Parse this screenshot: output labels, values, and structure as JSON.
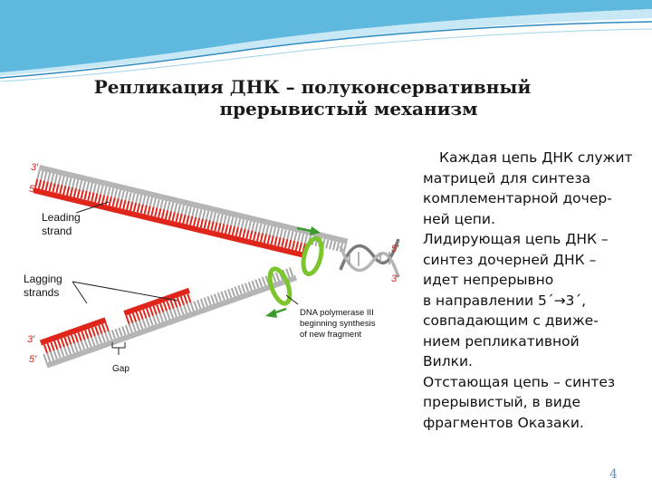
{
  "slide": {
    "title_line1": "Репликация ДНК – полуконсервативный",
    "title_line2": "прерывистый механизм",
    "page_number": "4",
    "colors": {
      "header_blue": "#5fb8de",
      "header_light": "#c8e8f6",
      "new_strand": "#e0251b",
      "template": "#a8a8a8",
      "polymerase": "#7bc62d",
      "arrow": "#3a9a2a"
    }
  },
  "body_text": [
    "Каждая цепь ДНК служит",
    "матрицей для синтеза",
    "комплементарной дочер-",
    "ней цепи.",
    "Лидирующая цепь ДНК –",
    "синтез дочерней ДНК –",
    "идет непрерывно",
    "в направлении 5´→3´,",
    "совпадающим с движе-",
    "нием репликативной",
    "Вилки.",
    "Отстающая цепь – синтез",
    "прерывистый, в виде",
    "фрагментов Оказаки."
  ],
  "diagram": {
    "label_3prime_top": "3′",
    "label_5prime_top": "5′",
    "leading_strand_line1": "Leading",
    "leading_strand_line2": "strand",
    "lagging_strands_line1": "Lagging",
    "lagging_strands_line2": "strands",
    "label_3prime_bottom": "3′",
    "label_5prime_bottom": "5′",
    "right_5prime": "5′",
    "right_3prime": "3′",
    "polymerase_line1": "DNA polymerase III",
    "polymerase_line2": "beginning synthesis",
    "polymerase_line3": "of new fragment",
    "gap_label": "Gap"
  }
}
